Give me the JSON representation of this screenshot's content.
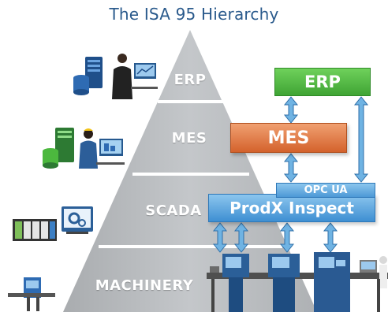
{
  "title": "The ISA 95 Hierarchy",
  "pyramid_levels": [
    {
      "name": "ERP"
    },
    {
      "name": "MES"
    },
    {
      "name": "SCADA"
    },
    {
      "name": "MACHINERY"
    }
  ],
  "system_boxes": {
    "erp": "ERP",
    "mes": "MES",
    "opc_ua": "OPC UA",
    "prodx": "ProdX Inspect"
  },
  "colors": {
    "pyramid": "#b9bcbf",
    "erp": "#4cb83e",
    "mes": "#e07a45",
    "prodx": "#4d99d6",
    "arrow": "#6fb3e3",
    "title": "#2a5a8c"
  },
  "icons": [
    "server-with-operator-icon",
    "database-with-engineer-icon",
    "plc-rack-with-hmi-icon",
    "machinery-conveyor-icon",
    "inspection-machines-icon"
  ]
}
